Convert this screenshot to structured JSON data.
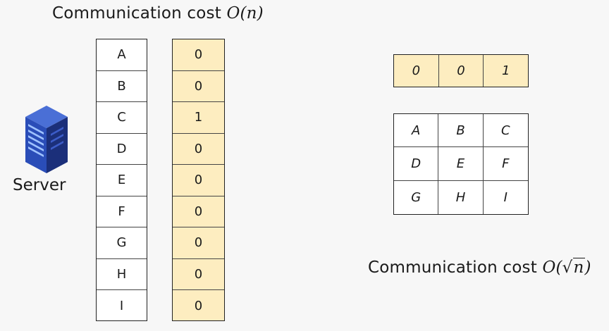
{
  "title_top": {
    "text": "Communication cost",
    "math": "O(n)"
  },
  "title_bottom": {
    "text": "Communication cost",
    "math_prefix": "O(",
    "math_sqrt": "n",
    "math_suffix": ")"
  },
  "server": {
    "label": "Server",
    "icon": "server-icon"
  },
  "database_labels": [
    "A",
    "B",
    "C",
    "D",
    "E",
    "F",
    "G",
    "H",
    "I"
  ],
  "database_bits": [
    "0",
    "0",
    "1",
    "0",
    "0",
    "0",
    "0",
    "0",
    "0"
  ],
  "query_row": [
    "0",
    "0",
    "1"
  ],
  "grid": [
    [
      "A",
      "B",
      "C"
    ],
    [
      "D",
      "E",
      "F"
    ],
    [
      "G",
      "H",
      "I"
    ]
  ],
  "colors": {
    "highlight": "#fdedc0",
    "server": "#2f4fb0"
  }
}
